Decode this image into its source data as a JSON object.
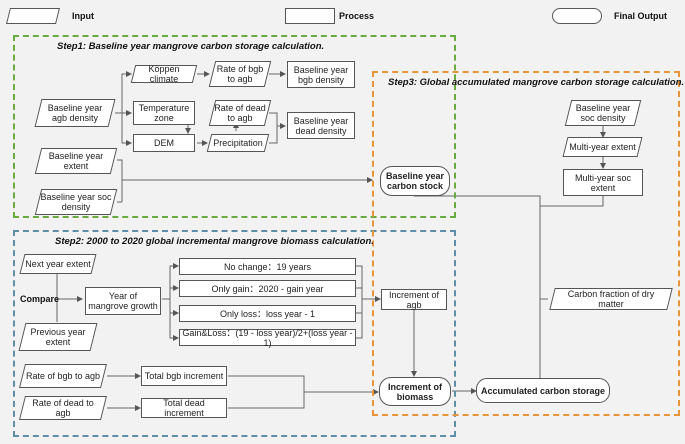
{
  "legend": {
    "input": "Input",
    "process": "Process",
    "final_output": "Final Output"
  },
  "steps": {
    "step1": "Step1:  Baseline year mangrove carbon storage calculation.",
    "step2": "Step2:  2000 to 2020 global incremental mangrove biomass calculation.",
    "step3": "Step3:  Global accumulated mangrove carbon storage calculation."
  },
  "step1": {
    "agb_density": "Baseline year agb density",
    "koppen": "Köppen climate",
    "rate_bgb_agb": "Rate of bgb to agb",
    "bgb_density": "Baseline year bgb density",
    "temperature": "Temperature zone",
    "rate_dead_agb": "Rate of dead to agb",
    "dead_density": "Baseline year dead density",
    "dem": "DEM",
    "precipitation": "Precipitation",
    "extent": "Baseline year extent",
    "soc_density": "Baseline year soc density",
    "carbon_stock": "Baseline year carbon stock"
  },
  "step3": {
    "soc_density": "Baseline year soc density",
    "multi_extent": "Multi-year extent",
    "multi_soc": "Multi-year soc extent",
    "carbon_fraction": "Carbon fraction of dry matter",
    "accumulated": "Accumulated carbon storage"
  },
  "step2": {
    "next_extent": "Next year extent",
    "compare": "Compare",
    "previous_extent": "Previous year extent",
    "year_growth": "Year of mangrove growth",
    "no_change": "No change：19 years",
    "only_gain": "Only gain：2020 - gain year",
    "only_loss": "Only loss：loss year - 1",
    "gain_loss": "Gain&Loss：(19 - loss year)/2+(loss year - 1)",
    "increment_agb": "Increment of agb",
    "rate_bgb_agb": "Rate of bgb to agb",
    "rate_dead_agb": "Rate of dead to agb",
    "total_bgb": "Total bgb increment",
    "total_dead": "Total dead increment",
    "increment_biomass": "Increment of biomass"
  },
  "colors": {
    "step1": "#6aab3f",
    "step2": "#5e8ea8",
    "step3": "#e8953a",
    "line": "#666666"
  }
}
